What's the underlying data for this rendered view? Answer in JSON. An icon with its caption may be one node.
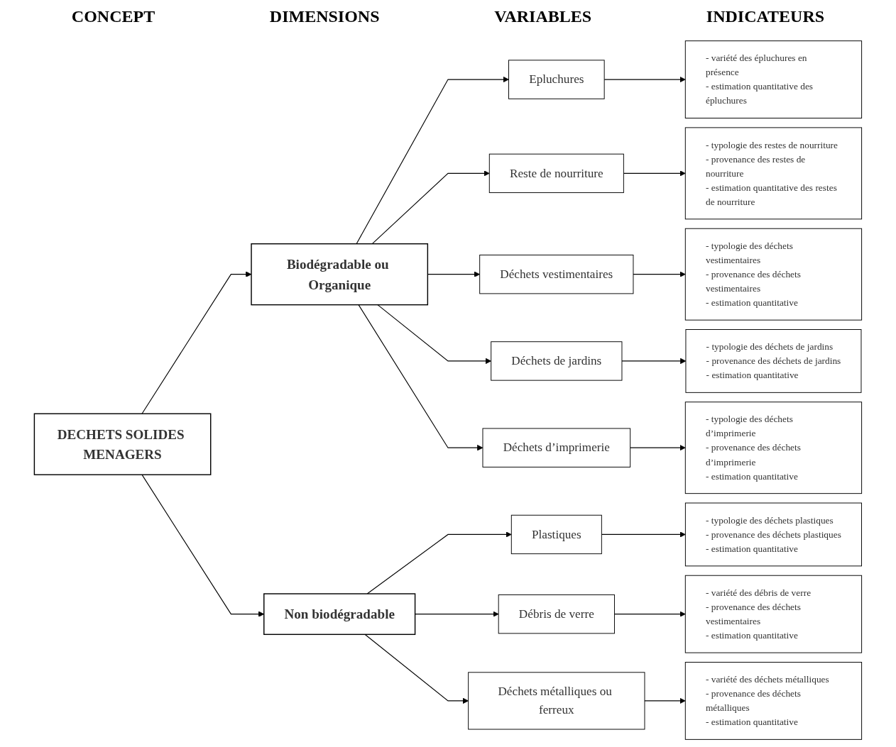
{
  "diagram": {
    "nodes": [
      {
        "text": [
          "DECHETS SOLIDES MENAGERS"
        ]
      },
      {
        "text": [
          "Biodégradable ou Organique"
        ]
      },
      {
        "text": [
          "Non biodégradable"
        ]
      },
      {
        "text": [
          "Epluchures"
        ]
      },
      {
        "text": [
          "Reste de nourriture"
        ]
      },
      {
        "text": [
          "Déchets vestimentaires"
        ]
      },
      {
        "text": [
          "Déchets de jardins"
        ]
      },
      {
        "text": [
          "Déchets d’imprimerie"
        ]
      },
      {
        "text": [
          "Plastiques"
        ]
      },
      {
        "text": [
          "Débris de verre"
        ]
      },
      {
        "text": [
          "Déchets métalliques ou ferreux"
        ]
      },
      {
        "text": [
          "- variété des épluchures en présence",
          "- estimation quantitative des épluchures"
        ]
      },
      {
        "text": [
          "- typologie des restes de nourriture",
          "- provenance des restes de nourriture",
          "- estimation quantitative des restes de nourriture"
        ]
      },
      {
        "text": [
          "- typologie des déchets vestimentaires",
          "- provenance des déchets vestimentaires",
          "- estimation quantitative"
        ]
      },
      {
        "text": [
          "- typologie des déchets de jardins",
          "- provenance des déchets de jardins",
          "- estimation quantitative"
        ]
      },
      {
        "text": [
          "- typologie des déchets d’imprimerie",
          "- provenance des déchets d’imprimerie",
          "- estimation quantitative"
        ]
      },
      {
        "text": [
          "- typologie des déchets plastiques",
          "- provenance des déchets plastiques",
          "- estimation quantitative"
        ]
      },
      {
        "text": [
          "- variété des débris de verre",
          "- provenance des déchets vestimentaires",
          "- estimation quantitative"
        ]
      },
      {
        "text": [
          "- variété des déchets métalliques",
          "- provenance des déchets métalliques",
          "- estimation quantitative"
        ]
      }
    ],
    "edges": [
      {
        "from": 0,
        "to": 1,
        "arrow": "to"
      },
      {
        "from": 0,
        "to": 2,
        "arrow": "to"
      },
      {
        "from": 1,
        "to": 3,
        "arrow": "to"
      },
      {
        "from": 1,
        "to": 4,
        "arrow": "to"
      },
      {
        "from": 1,
        "to": 5,
        "arrow": "to"
      },
      {
        "from": 1,
        "to": 6,
        "arrow": "to"
      },
      {
        "from": 1,
        "to": 7,
        "arrow": "to"
      },
      {
        "from": 2,
        "to": 8,
        "arrow": "to"
      },
      {
        "from": 2,
        "to": 9,
        "arrow": "to"
      },
      {
        "from": 2,
        "to": 10,
        "arrow": "to"
      },
      {
        "from": 3,
        "to": 11,
        "arrow": "to"
      },
      {
        "from": 4,
        "to": 12,
        "arrow": "to"
      },
      {
        "from": 5,
        "to": 13,
        "arrow": "to"
      },
      {
        "from": 6,
        "to": 14,
        "arrow": "to"
      },
      {
        "from": 7,
        "to": 15,
        "arrow": "to"
      },
      {
        "from": 8,
        "to": 16,
        "arrow": "to"
      },
      {
        "from": 9,
        "to": 17,
        "arrow": "to"
      },
      {
        "from": 10,
        "to": 18,
        "arrow": "to"
      }
    ],
    "labels": [
      "CONCEPT",
      "DIMENSIONS",
      "VARIABLES",
      "INDICATEURS"
    ]
  }
}
